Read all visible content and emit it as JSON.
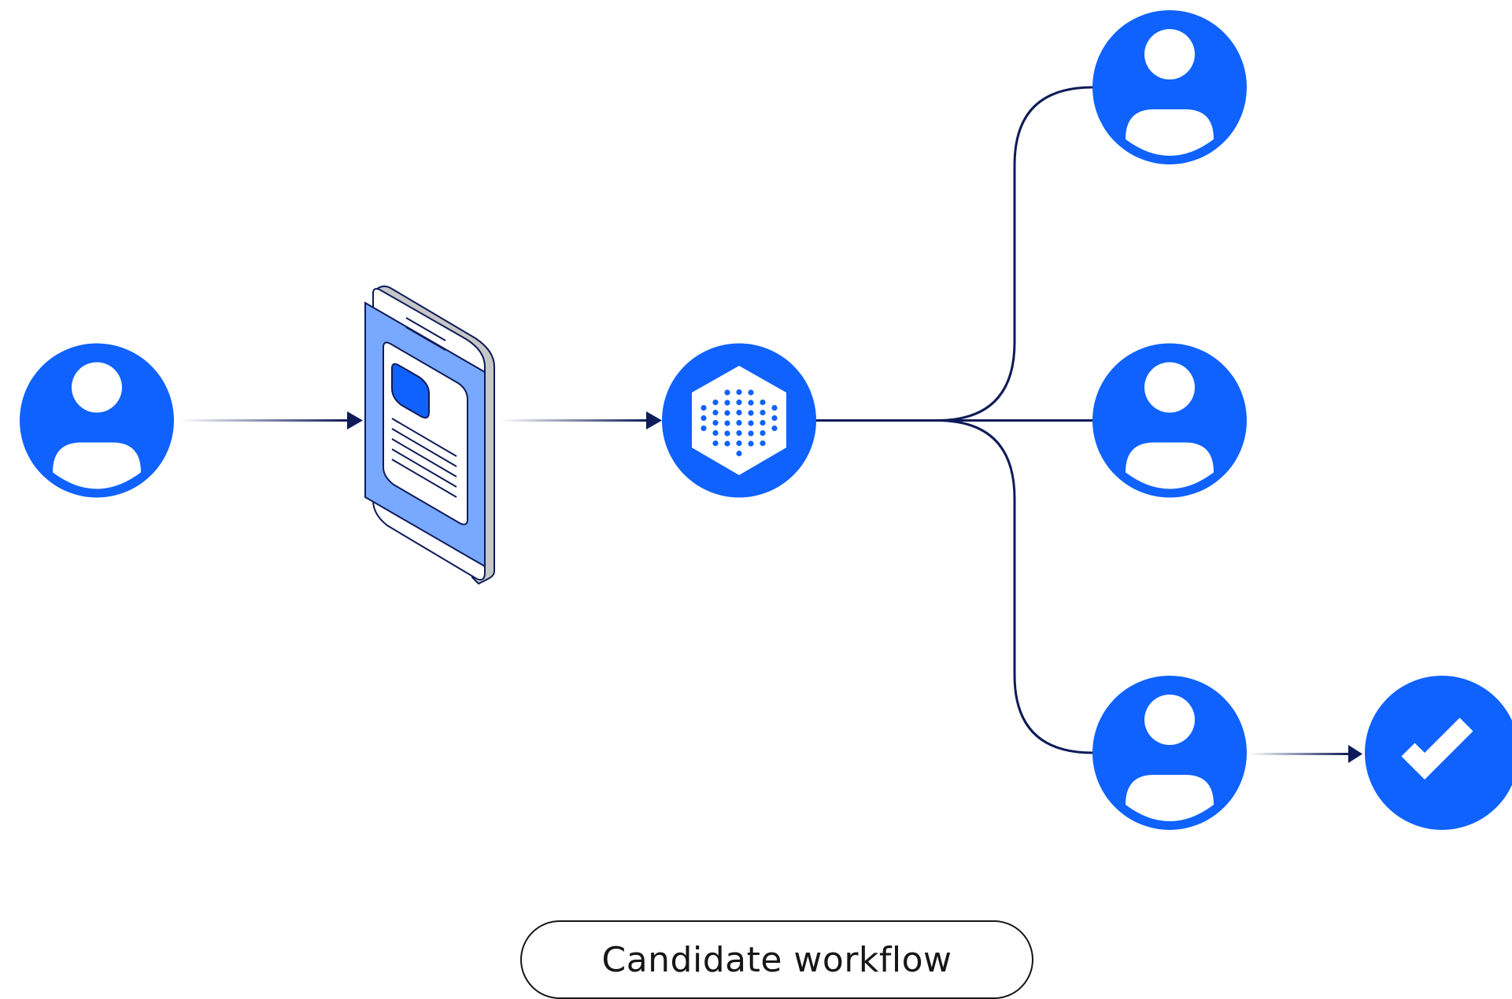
{
  "caption": "Candidate workflow",
  "colors": {
    "node_blue": "#0f62fe",
    "connector_navy": "#0e1b58",
    "device_panel_blue": "#78a9ff",
    "device_side_gray": "#c6c6c6",
    "background": "#ffffff"
  },
  "nodes": [
    {
      "id": "candidate",
      "icon": "user-icon"
    },
    {
      "id": "application-document",
      "icon": "mobile-document-icon"
    },
    {
      "id": "ai-engine",
      "icon": "hexagon-dots-icon"
    },
    {
      "id": "reviewer-1",
      "icon": "user-icon"
    },
    {
      "id": "reviewer-2",
      "icon": "user-icon"
    },
    {
      "id": "reviewer-3",
      "icon": "user-icon"
    },
    {
      "id": "approved",
      "icon": "checkmark-icon"
    }
  ]
}
